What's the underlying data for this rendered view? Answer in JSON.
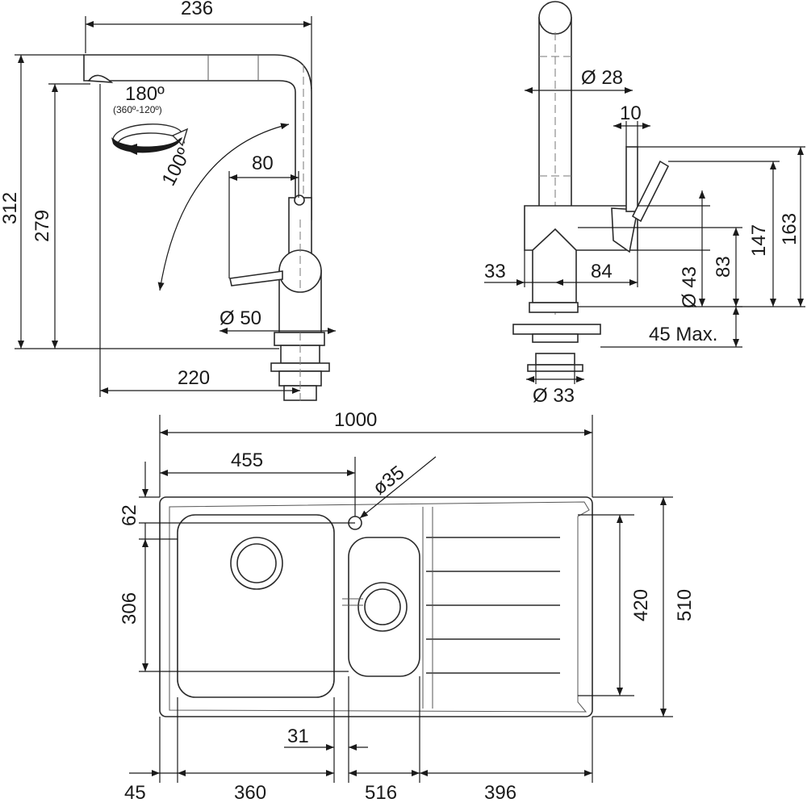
{
  "faucet_side": {
    "spout_reach": "236",
    "total_height": "312",
    "spout_height": "279",
    "rotation": "180º",
    "rotation_range": "(360º-120º)",
    "lever_angle": "100º",
    "lever_offset": "80",
    "base_diameter": "Ø 50",
    "tap_hole_offset": "220"
  },
  "faucet_front": {
    "spout_diameter": "Ø 28",
    "lever_width": "10",
    "body_left": "33",
    "body_right": "84",
    "body_diameter": "Ø 43",
    "body_height": "83",
    "lever_height": "147",
    "max_height": "163",
    "max_thickness": "45 Max.",
    "shank_diameter": "Ø 33"
  },
  "sink": {
    "width": "1000",
    "main_bowl_offset": "455",
    "tap_hole": "ø35",
    "edge_offset": "62",
    "bowl_depth": "306",
    "inner_depth": "420",
    "depth": "510",
    "bowl_gap": "31",
    "left_margin": "45",
    "main_bowl_width": "360",
    "second_bowl_width": "516",
    "drainer_width": "396"
  }
}
